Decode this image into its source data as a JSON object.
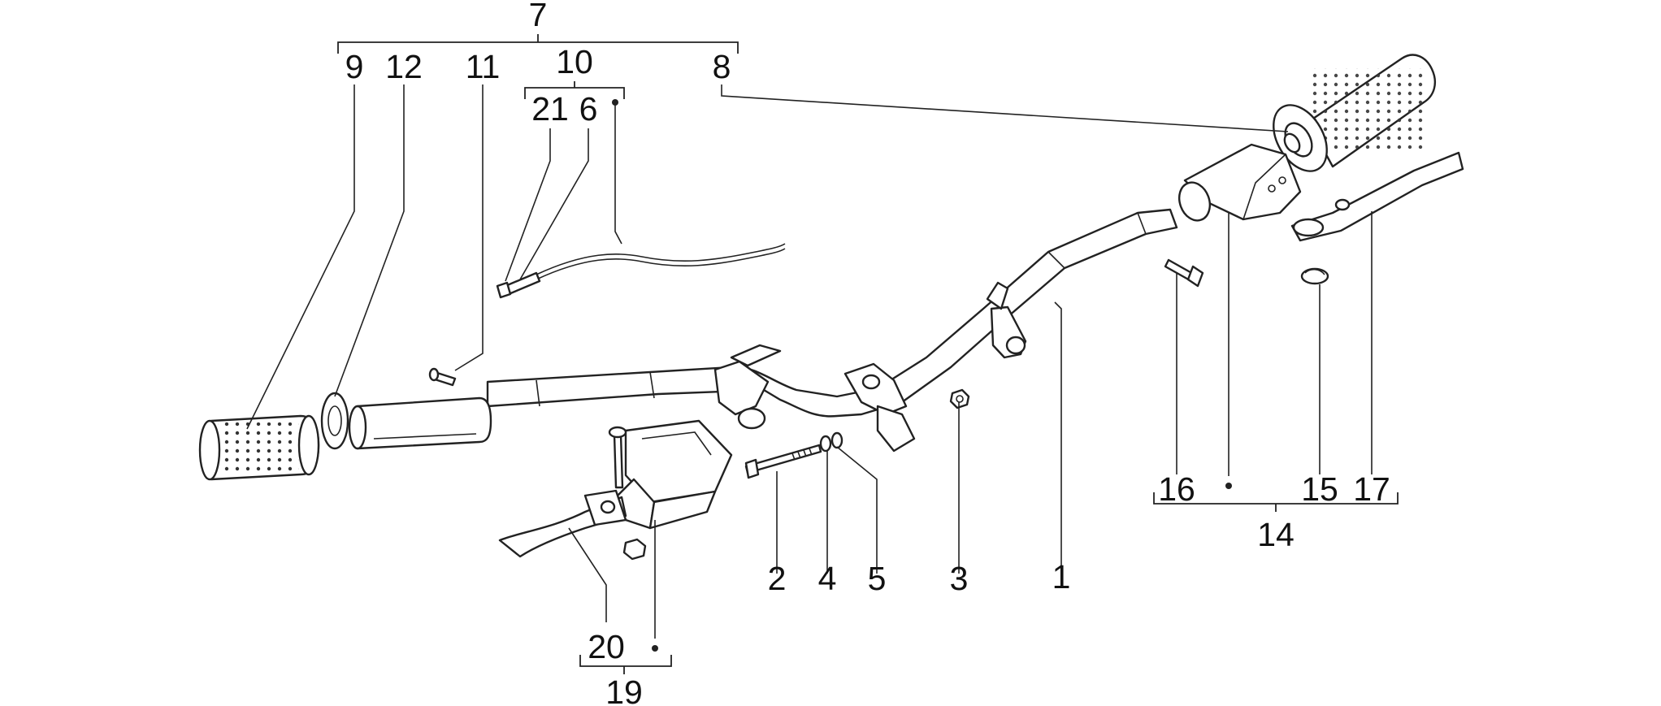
{
  "diagram": {
    "labels": {
      "p1": "1",
      "p2": "2",
      "p3": "3",
      "p4": "4",
      "p5": "5",
      "p6": "6",
      "p7": "7",
      "p8": "8",
      "p9": "9",
      "p10": "10",
      "p11": "11",
      "p12": "12",
      "p14": "14",
      "p15": "15",
      "p16": "16",
      "p17": "17",
      "p19": "19",
      "p20": "20",
      "p21": "21"
    }
  }
}
